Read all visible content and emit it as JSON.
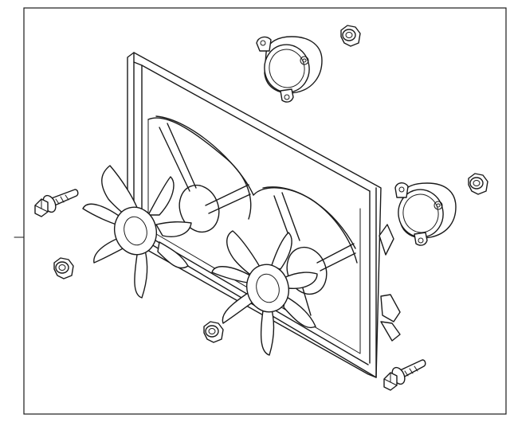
{
  "diagram": {
    "type": "exploded-parts-diagram",
    "parts": [
      {
        "name": "fan-shroud",
        "icon": "shroud"
      },
      {
        "name": "fan-blade-left",
        "icon": "fan-blade"
      },
      {
        "name": "fan-blade-right",
        "icon": "fan-blade"
      },
      {
        "name": "fan-motor-top",
        "icon": "motor"
      },
      {
        "name": "fan-motor-right",
        "icon": "motor"
      },
      {
        "name": "flange-bolt-left",
        "icon": "bolt"
      },
      {
        "name": "flange-bolt-bottom-right",
        "icon": "bolt"
      },
      {
        "name": "nut-top",
        "icon": "nut"
      },
      {
        "name": "nut-right",
        "icon": "nut"
      },
      {
        "name": "nut-left",
        "icon": "nut"
      },
      {
        "name": "nut-bottom",
        "icon": "nut"
      }
    ],
    "colors": {
      "line": "#1a1a1a",
      "background": "#ffffff"
    }
  }
}
